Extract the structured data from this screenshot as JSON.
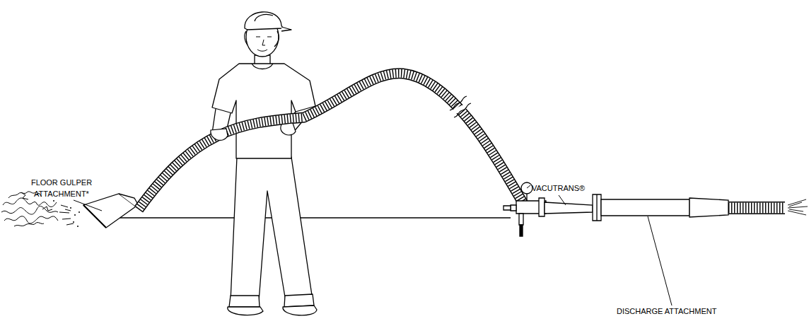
{
  "diagram": {
    "labels": [
      "FLOOR GULPER ATTACHMENT*",
      "VACUTRANS®",
      "DISCHARGE ATTACHMENT"
    ]
  }
}
